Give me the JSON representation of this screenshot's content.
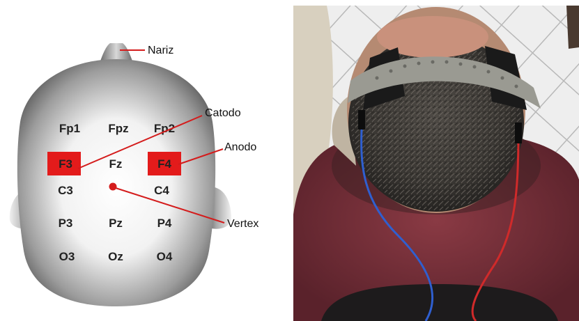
{
  "electrodes": [
    {
      "id": "fp1",
      "label": "Fp1"
    },
    {
      "id": "fpz",
      "label": "Fpz"
    },
    {
      "id": "fp2",
      "label": "Fp2"
    },
    {
      "id": "f3",
      "label": "F3"
    },
    {
      "id": "fz",
      "label": "Fz"
    },
    {
      "id": "f4",
      "label": "F4"
    },
    {
      "id": "c3",
      "label": "C3"
    },
    {
      "id": "c4",
      "label": "C4"
    },
    {
      "id": "p3",
      "label": "P3"
    },
    {
      "id": "pz",
      "label": "Pz"
    },
    {
      "id": "p4",
      "label": "P4"
    },
    {
      "id": "o3",
      "label": "O3"
    },
    {
      "id": "oz",
      "label": "Oz"
    },
    {
      "id": "o4",
      "label": "O4"
    }
  ],
  "callouts": {
    "nariz": "Nariz",
    "catodo": "Catodo",
    "anodo": "Anodo",
    "vertex": "Vertex"
  },
  "colors": {
    "highlight": "#e31b1b",
    "pointer": "#d41c1c",
    "head_light": "#ffffff",
    "head_dark": "#4a4a4a"
  }
}
